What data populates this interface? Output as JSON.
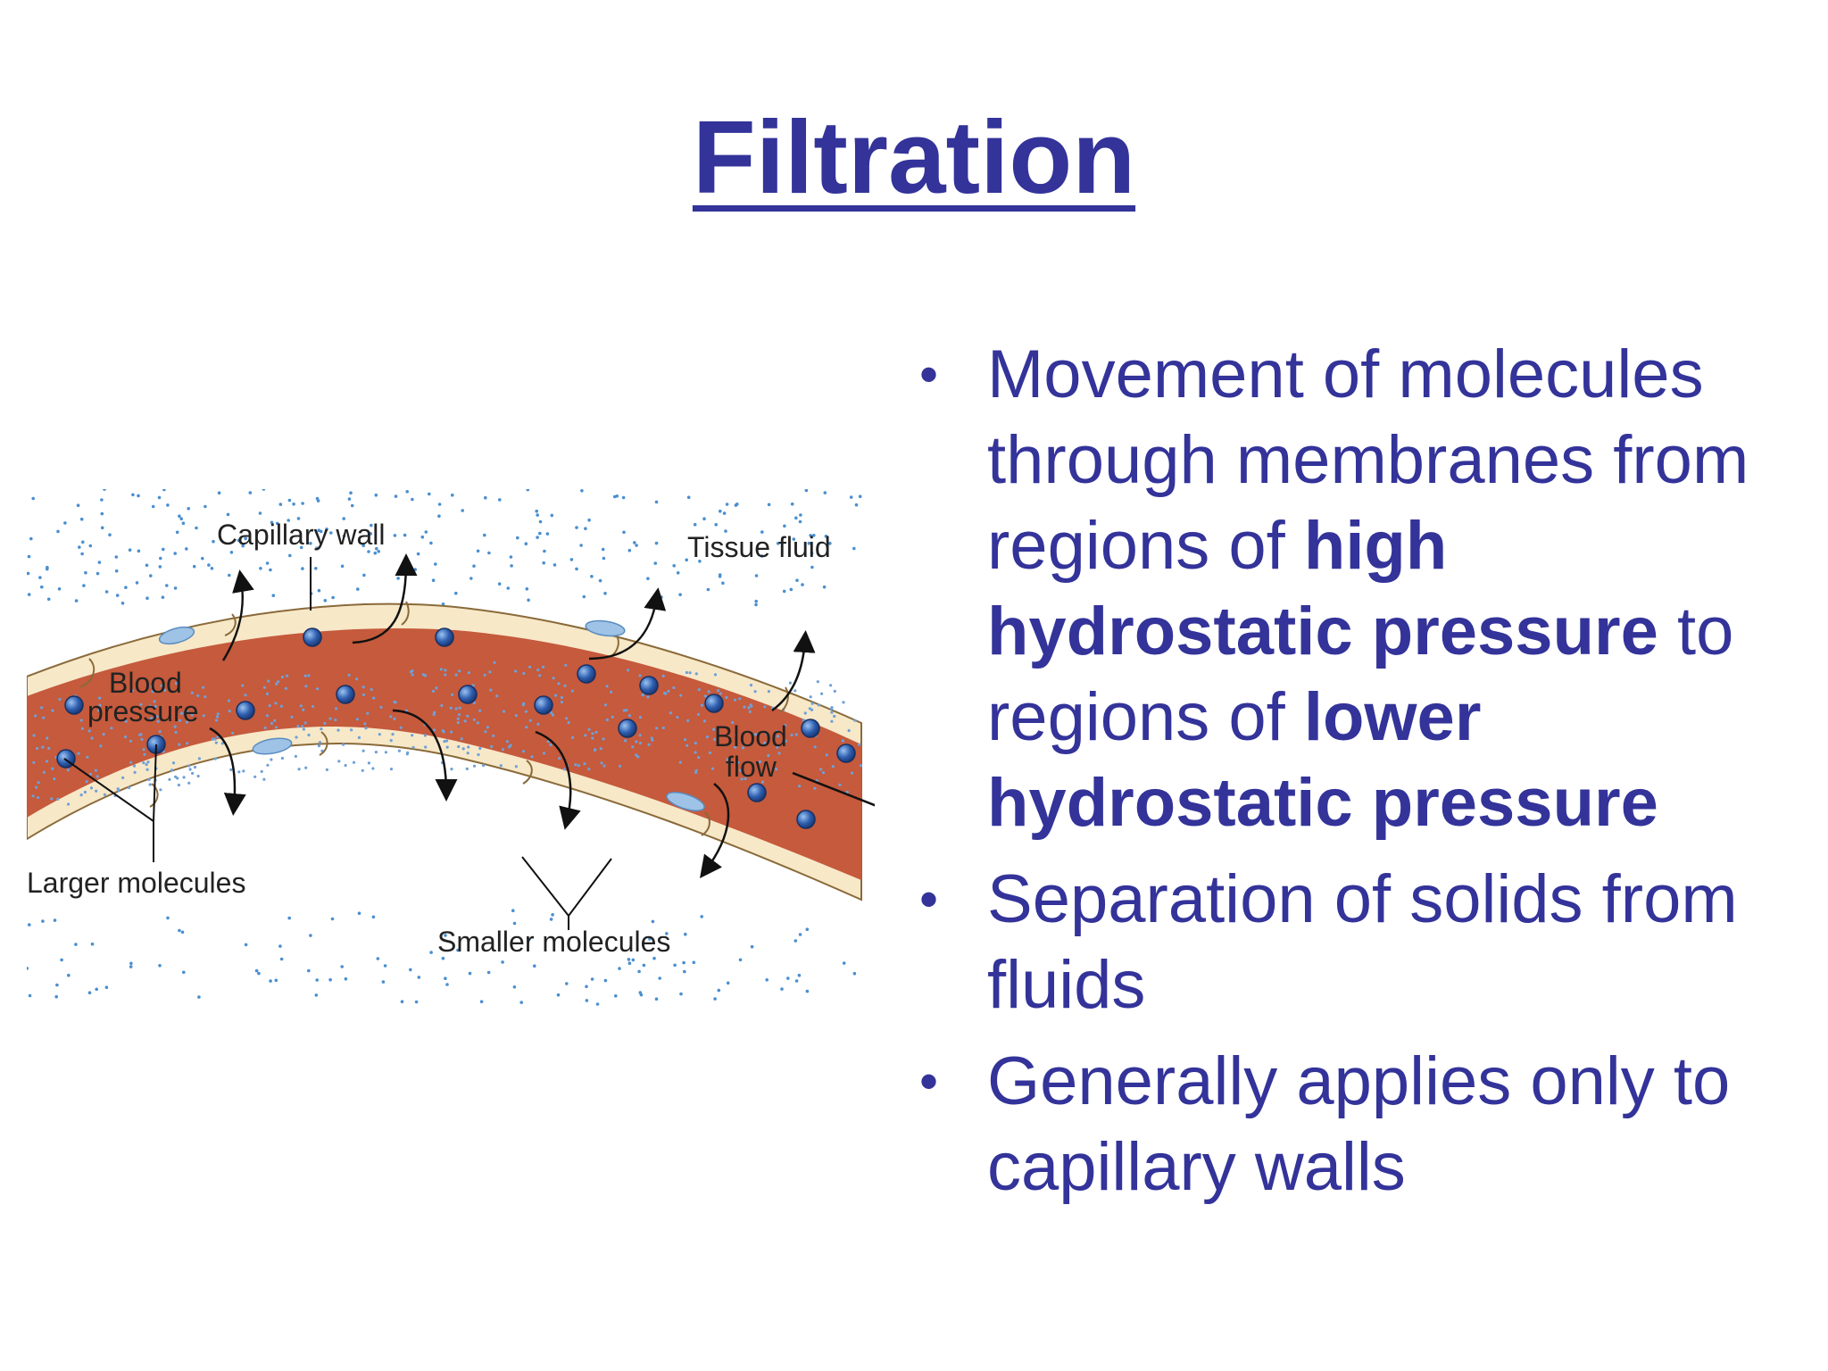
{
  "slide": {
    "title": "Filtration"
  },
  "bullets": [
    {
      "parts": [
        {
          "text": "Movement of molecules through membranes from regions of ",
          "bold": false
        },
        {
          "text": "high hydrostatic pressure",
          "bold": true
        },
        {
          "text": " to regions of ",
          "bold": false
        },
        {
          "text": "lower hydrostatic pressure",
          "bold": true
        }
      ]
    },
    {
      "parts": [
        {
          "text": "Separation of solids from fluids",
          "bold": false
        }
      ]
    },
    {
      "parts": [
        {
          "text": "Generally applies only to capillary walls",
          "bold": false
        }
      ]
    }
  ],
  "diagram": {
    "labels": {
      "capillary_wall": "Capillary wall",
      "tissue_fluid": "Tissue fluid",
      "blood_pressure_1": "Blood",
      "blood_pressure_2": "pressure",
      "blood_flow_1": "Blood",
      "blood_flow_2": "flow",
      "larger_molecules": "Larger molecules",
      "smaller_molecules": "Smaller molecules"
    },
    "colors": {
      "blood": "#c55a3c",
      "wall": "#f7e8c8",
      "nucleus": "#9ec3e6",
      "dots": "#4a8fd0",
      "molecule": "#2f5fb0",
      "text": "#33339a"
    }
  }
}
